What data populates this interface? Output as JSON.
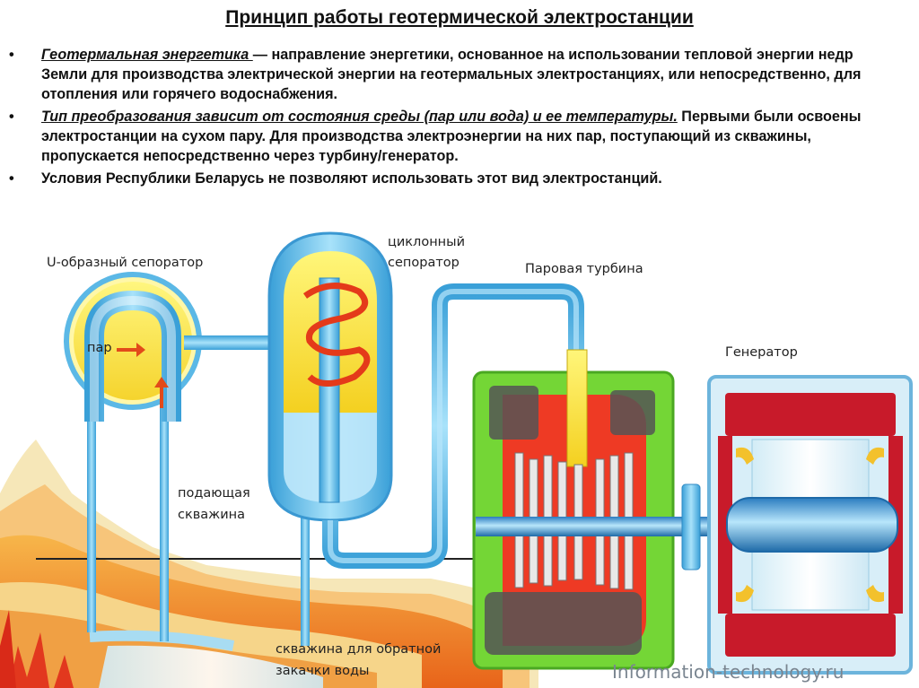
{
  "title": "Принцип работы геотермической электростанции",
  "bullets": [
    {
      "marker": "•",
      "term": "Геотермальная энергетика ",
      "text": "— направление энергетики, основанное на использовании тепловой энергии недр Земли для производства электрической энергии на геотермальных электростанциях, или непосредственно, для отопления или горячего водоснабжения."
    },
    {
      "marker": "•",
      "term": "Тип преобразования зависит от состояния среды (пар или вода) и ее температуры.",
      "text": " Первыми были освоены электростанции на сухом пару. Для производства электроэнергии на них пар, поступающий из скважины, пропускается непосредственно через турбину/генератор."
    },
    {
      "marker": "•",
      "term": "",
      "text": "Условия Республики Беларусь не позволяют использовать этот вид электростанций."
    }
  ],
  "labels": {
    "u_separator": "U-образный сепоратор",
    "steam": "пар",
    "cyclone_1": "циклонный",
    "cyclone_2": "сепоратор",
    "turbine": "Паровая турбина",
    "generator": "Генератор",
    "supply_1": "подающая",
    "supply_2": "скважина",
    "return_1": "скважина для обратной",
    "return_2": "закачки воды"
  },
  "watermark": "Information-technology.ru",
  "colors": {
    "pipe": "#6cc4ee",
    "steam_yellow": "#fff04a",
    "turbine_green": "#74d636",
    "turbine_red": "#ee3a24",
    "generator_red": "#c81a2a",
    "lava": "#f08a18",
    "water": "#a8dcf2"
  }
}
